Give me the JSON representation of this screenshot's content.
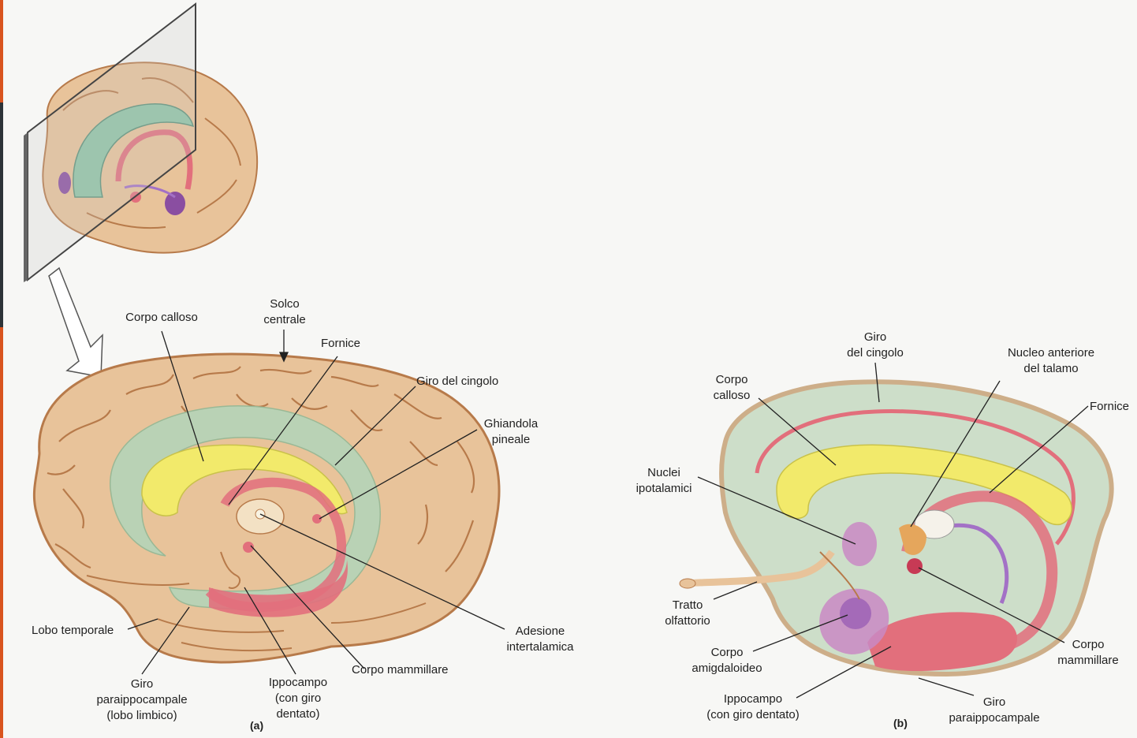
{
  "colors": {
    "accent": "#d9541e",
    "dark_strip": "#2d3338",
    "brain": "#e8c39a",
    "brain_edge": "#b77a4a",
    "corpus_callosum": "#f2ea6b",
    "limbic_green": "#b9d2b5",
    "limbic_red": "#e26f7c",
    "amygdala_purple": "#c98ac4"
  },
  "panel_a": {
    "tag": "(a)",
    "labels": {
      "corpo_calloso": "Corpo calloso",
      "solco_centrale": "Solco\ncentrale",
      "fornice": "Fornice",
      "giro_del_cingolo": "Giro del cingolo",
      "ghiandola_pineale": "Ghiandola\npineale",
      "adesione_intertalamica": "Adesione\nintertalamica",
      "corpo_mammillare": "Corpo mammillare",
      "ippocampo": "Ippocampo\n(con giro\ndentato)",
      "giro_paraippocampale": "Giro\nparaippocampale\n(lobo limbico)",
      "lobo_temporale": "Lobo temporale"
    }
  },
  "panel_b": {
    "tag": "(b)",
    "labels": {
      "giro_del_cingolo": "Giro\ndel cingolo",
      "nucleo_anteriore": "Nucleo anteriore\ndel talamo",
      "corpo_calloso": "Corpo\ncalloso",
      "fornice": "Fornice",
      "nuclei_ipotalamici": "Nuclei\nipotalamici",
      "tratto_olfattorio": "Tratto\nolfattorio",
      "corpo_amigdaloideo": "Corpo\namigdaloideo",
      "ippocampo": "Ippocampo\n(con giro dentato)",
      "corpo_mammillare": "Corpo\nmammillare",
      "giro_paraippocampale": "Giro\nparaippocampale"
    }
  }
}
